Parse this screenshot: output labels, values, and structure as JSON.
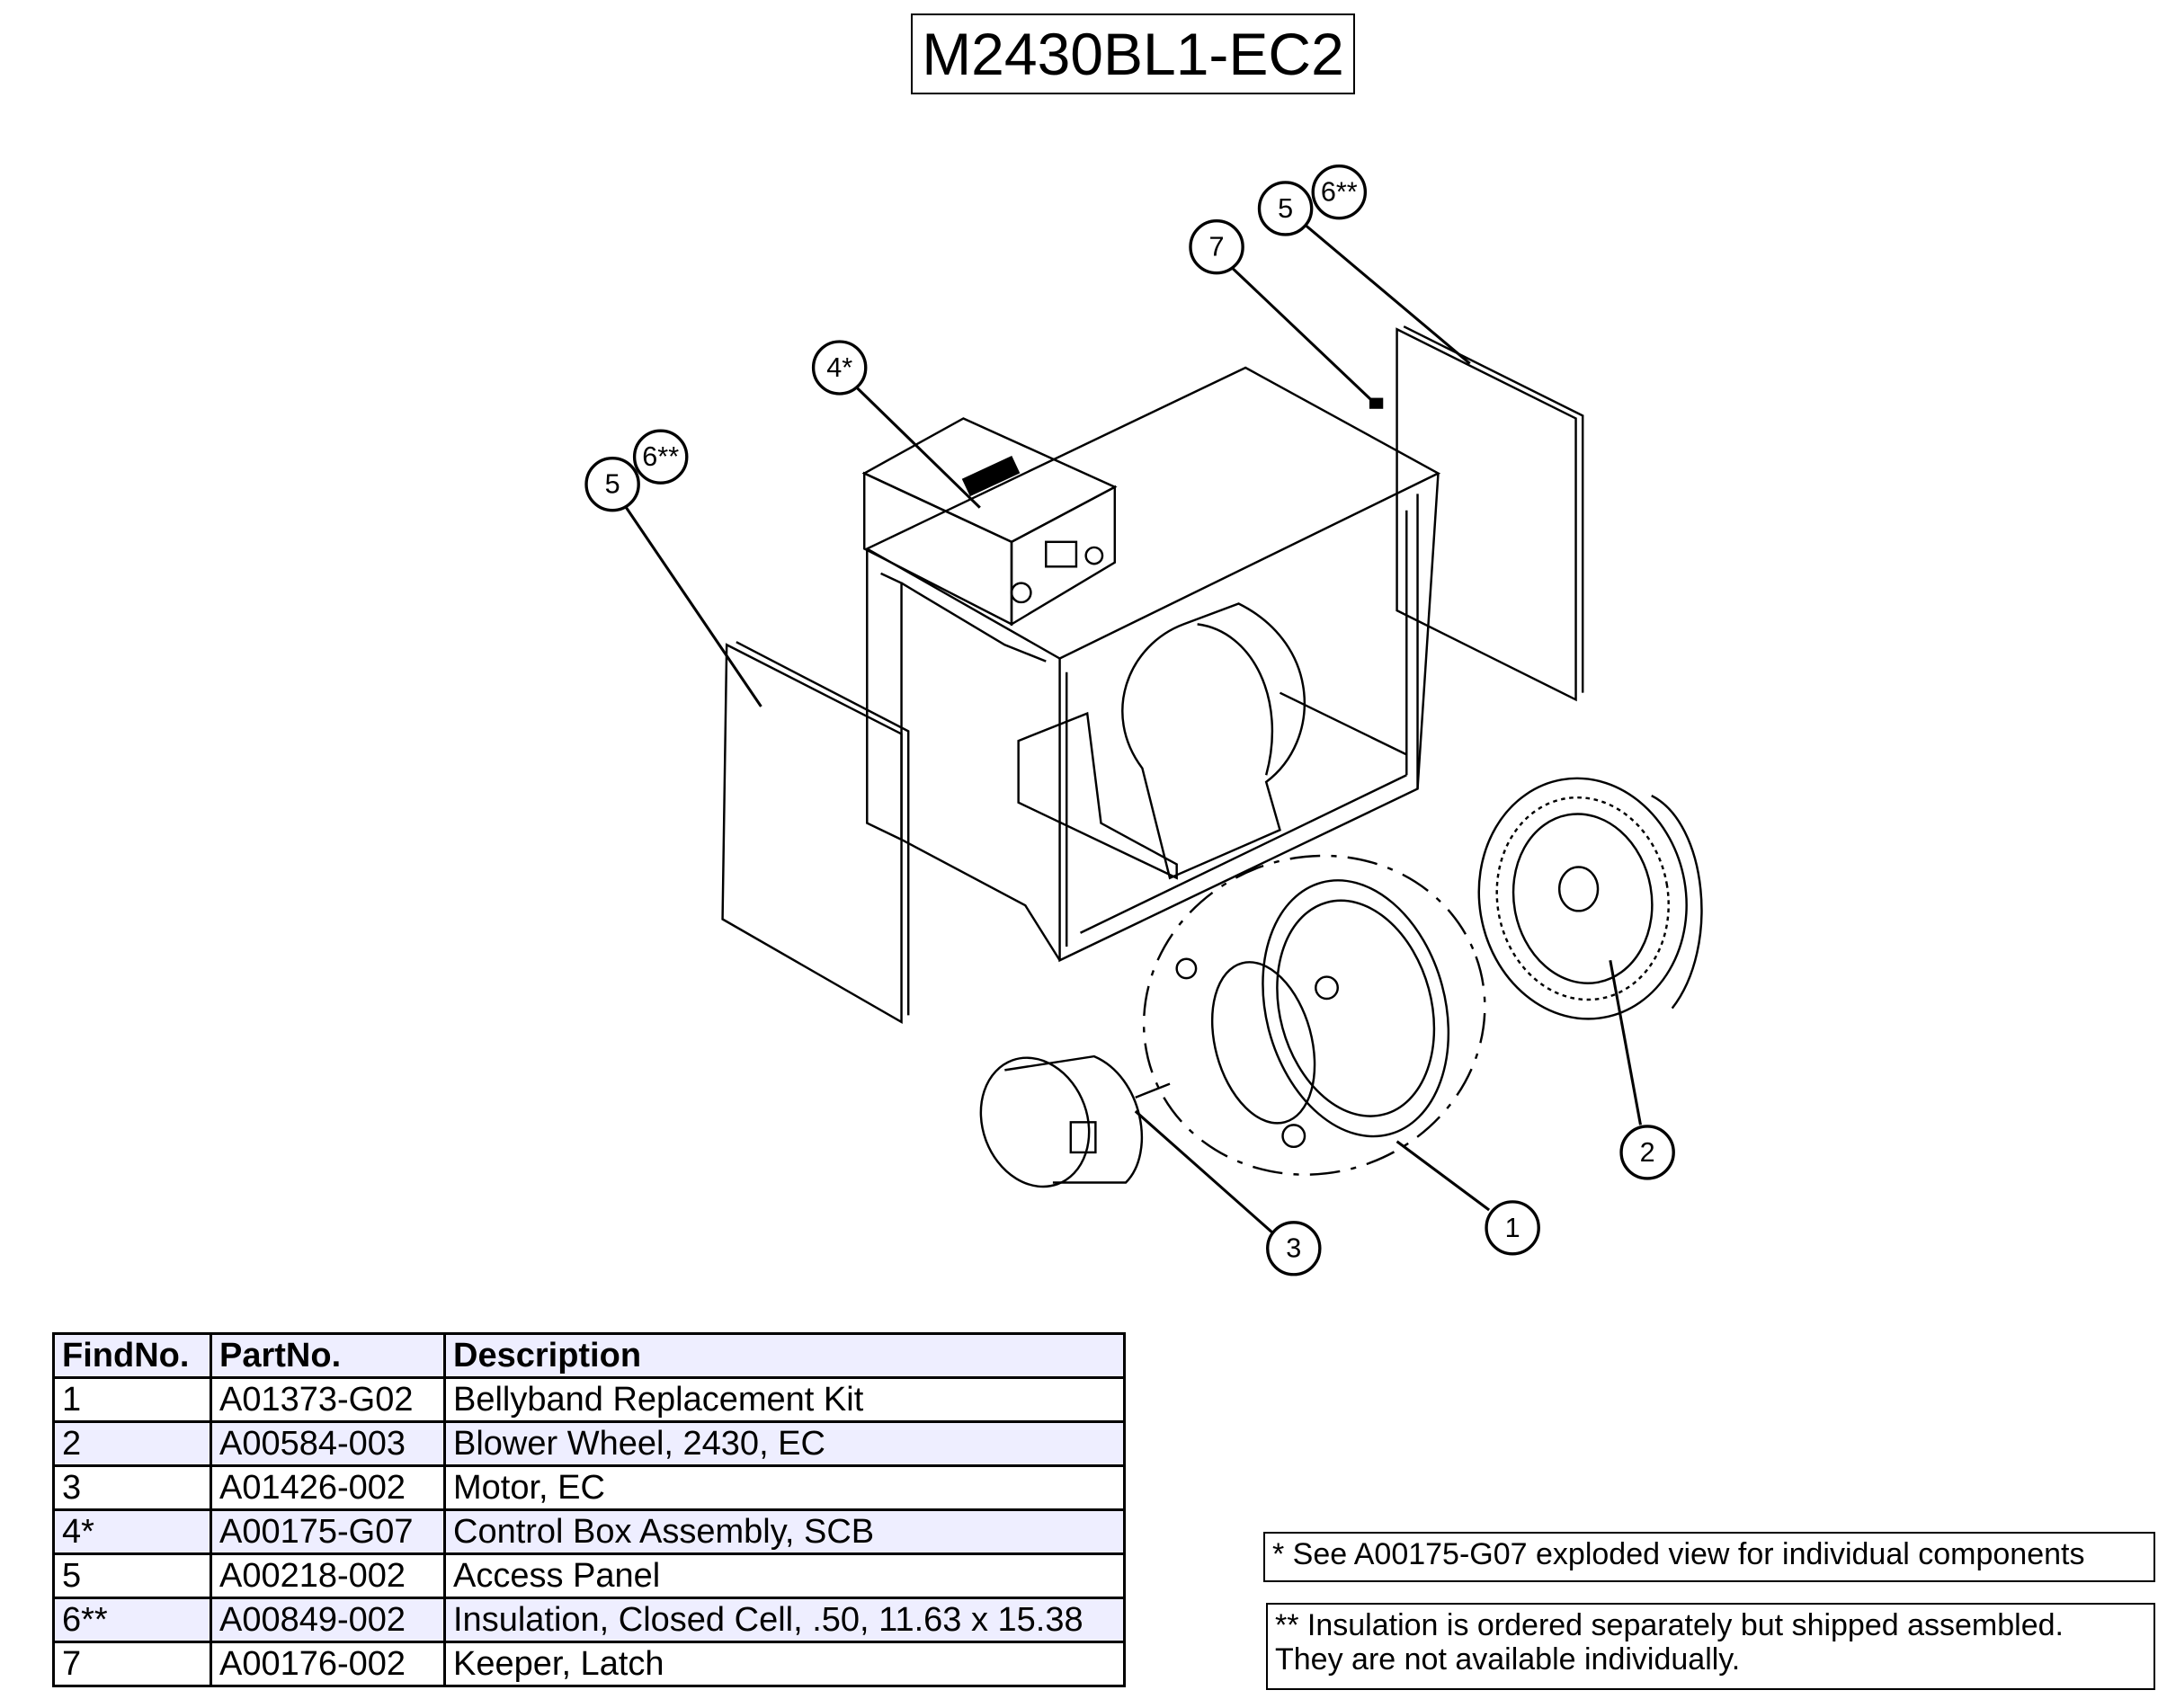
{
  "title": "M2430BL1-EC2",
  "table": {
    "headers": [
      "FindNo.",
      "PartNo.",
      "Description"
    ],
    "rows": [
      {
        "find": "1",
        "part": "A01373-G02",
        "desc": "Bellyband Replacement Kit"
      },
      {
        "find": "2",
        "part": "A00584-003",
        "desc": "Blower Wheel, 2430, EC"
      },
      {
        "find": "3",
        "part": "A01426-002",
        "desc": "Motor, EC"
      },
      {
        "find": "4*",
        "part": "A00175-G07",
        "desc": "Control Box Assembly, SCB"
      },
      {
        "find": "5",
        "part": "A00218-002",
        "desc": "Access Panel"
      },
      {
        "find": "6**",
        "part": "A00849-002",
        "desc": "Insulation, Closed Cell, .50, 11.63 x 15.38"
      },
      {
        "find": "7",
        "part": "A00176-002",
        "desc": "Keeper, Latch"
      }
    ]
  },
  "notes": {
    "note1": "* See A00175-G07 exploded view for individual components",
    "note2_line1": "** Insulation is ordered separately but shipped assembled.",
    "note2_line2": "They are not available individually."
  },
  "callouts": {
    "c5_top": "5",
    "c6_top": "6**",
    "c7": "7",
    "c4": "4*",
    "c5_left": "5",
    "c6_left": "6**",
    "c2": "2",
    "c1": "1",
    "c3": "3"
  },
  "colors": {
    "row_highlight": "#eeeeff"
  }
}
